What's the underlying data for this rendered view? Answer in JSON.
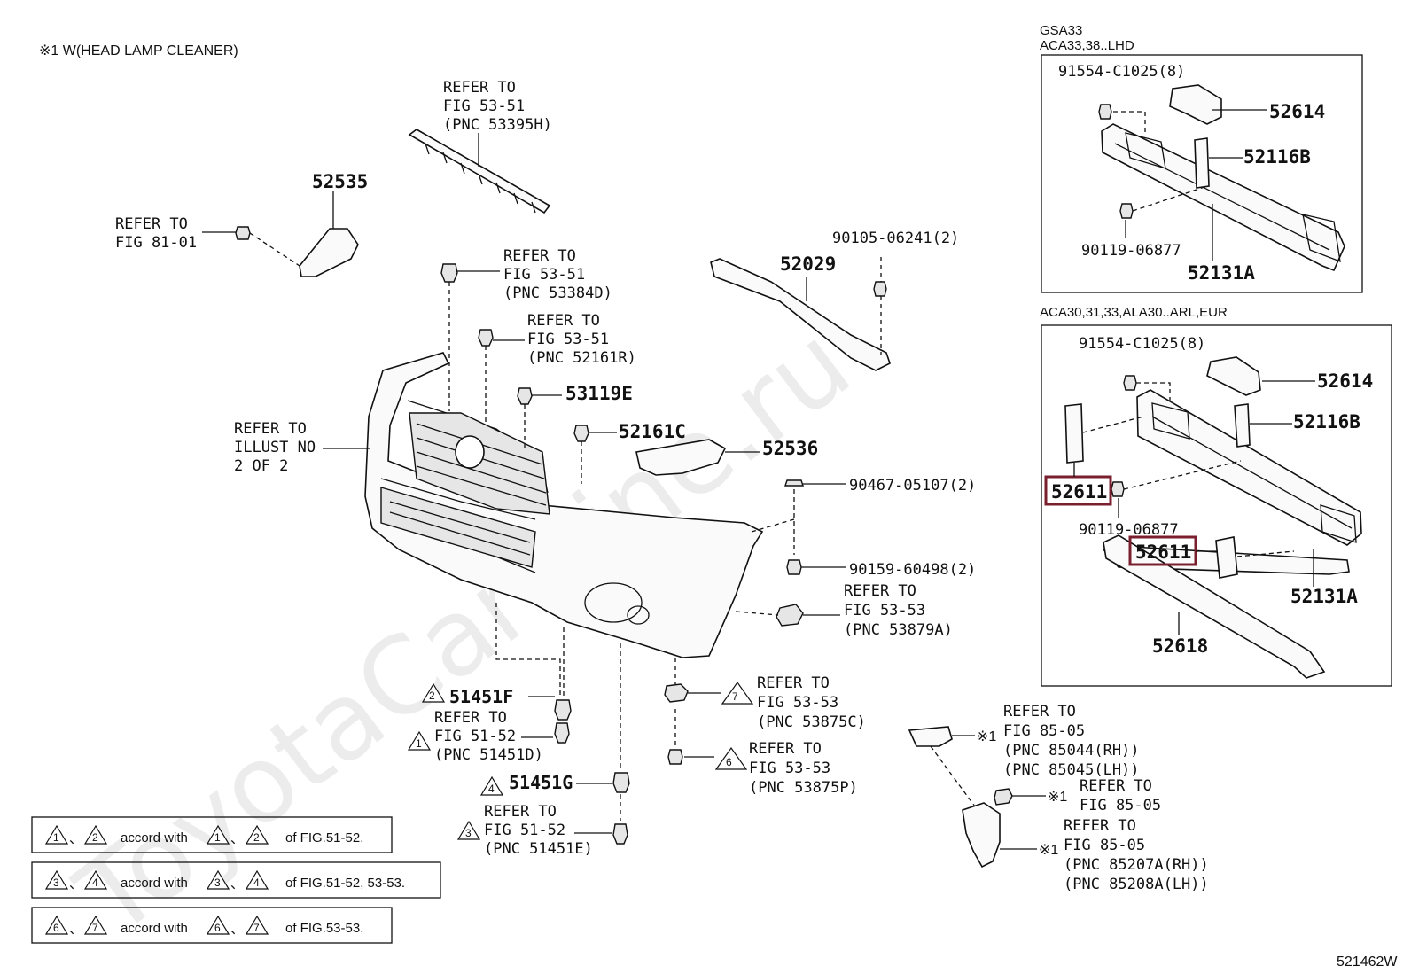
{
  "title": "※1 W(HEAD LAMP CLEANER)",
  "figure_code": "521462W",
  "watermark": "ToyotaCarMine.ru",
  "inset_top": {
    "header_1": "GSA33",
    "header_2": "ACA33,38..LHD",
    "labels": {
      "bolt": "91554-C1025(8)",
      "a": "52614",
      "b": "52116B",
      "c": "90119-06877",
      "d": "52131A"
    }
  },
  "inset_bottom": {
    "header": "ACA30,31,33,ALA30..ARL,EUR",
    "labels": {
      "bolt": "91554-C1025(8)",
      "a": "52614",
      "b": "52116B",
      "c": "90119-06877",
      "d": "52131A",
      "e": "52618",
      "hl_1": "52611",
      "hl_2": "52611"
    }
  },
  "parts": {
    "p52535": "52535",
    "p52029": "52029",
    "p53119E": "53119E",
    "p52161C": "52161C",
    "p52536": "52536",
    "p51451F": "51451F",
    "p51451G": "51451G",
    "p90105": "90105-06241(2)",
    "p90467": "90467-05107(2)",
    "p90159": "90159-60498(2)"
  },
  "refs": {
    "r8101": {
      "l1": "REFER TO",
      "l2": "FIG 81-01"
    },
    "r53395": {
      "l1": "REFER TO",
      "l2": "FIG 53-51",
      "l3": "(PNC 53395H)"
    },
    "r53384": {
      "l1": "REFER TO",
      "l2": "FIG 53-51",
      "l3": "(PNC 53384D)"
    },
    "r52161": {
      "l1": "REFER TO",
      "l2": "FIG 53-51",
      "l3": "(PNC 52161R)"
    },
    "rillust": {
      "l1": "REFER TO",
      "l2": "ILLUST NO",
      "l3": "2 OF 2"
    },
    "r53879": {
      "l1": "REFER TO",
      "l2": "FIG 53-53",
      "l3": "(PNC 53879A)"
    },
    "r51451D": {
      "l1": "REFER TO",
      "l2": "FIG 51-52",
      "l3": "(PNC 51451D)"
    },
    "r51451E": {
      "l1": "REFER TO",
      "l2": "FIG 51-52",
      "l3": "(PNC 51451E)"
    },
    "r53875C": {
      "l1": "REFER TO",
      "l2": "FIG 53-53",
      "l3": "(PNC 53875C)"
    },
    "r53875P": {
      "l1": "REFER TO",
      "l2": "FIG 53-53",
      "l3": "(PNC 53875P)"
    },
    "r85044": {
      "l1": "REFER TO",
      "l2": "FIG 85-05",
      "l3": "(PNC 85044(RH))",
      "l4": "(PNC 85045(LH))"
    },
    "r8505": {
      "l1": "REFER TO",
      "l2": "FIG 85-05"
    },
    "r85207": {
      "l1": "REFER TO",
      "l2": "FIG 85-05",
      "l3": "(PNC 85207A(RH))",
      "l4": "(PNC 85208A(LH))"
    }
  },
  "markers": {
    "m1": "1",
    "m2": "2",
    "m3": "3",
    "m4": "4",
    "m6": "6",
    "m7": "7",
    "star": "※1"
  },
  "legend": [
    {
      "a": "1",
      "b": "2",
      "text": "accord with",
      "c": "1",
      "d": "2",
      "tail": "of FIG.51-52."
    },
    {
      "a": "3",
      "b": "4",
      "text": "accord with",
      "c": "3",
      "d": "4",
      "tail": "of FIG.51-52, 53-53."
    },
    {
      "a": "6",
      "b": "7",
      "text": "accord with",
      "c": "6",
      "d": "7",
      "tail": "of FIG.53-53."
    }
  ],
  "separator": "、"
}
